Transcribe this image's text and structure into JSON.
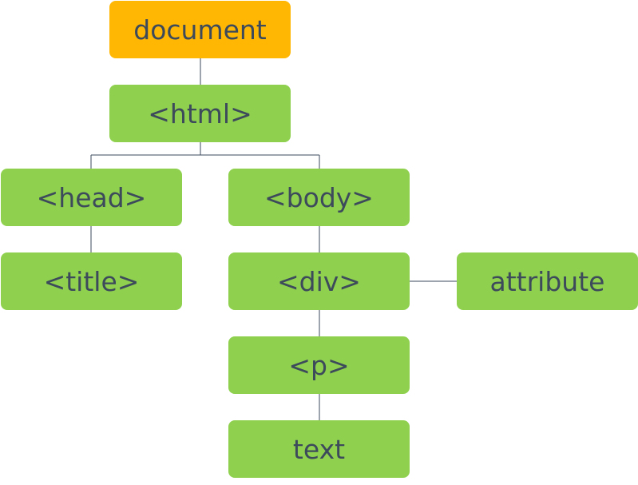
{
  "colors": {
    "root_fill": "#ffb703",
    "node_fill": "#8fd14f",
    "text": "#3c4a5b",
    "connector": "#3c4a5b"
  },
  "nodes": {
    "document": {
      "label": "document",
      "kind": "root"
    },
    "html": {
      "label": "<html>",
      "kind": "element"
    },
    "head": {
      "label": "<head>",
      "kind": "element"
    },
    "body": {
      "label": "<body>",
      "kind": "element"
    },
    "title": {
      "label": "<title>",
      "kind": "element"
    },
    "div": {
      "label": "<div>",
      "kind": "element"
    },
    "attribute": {
      "label": "attribute",
      "kind": "attribute"
    },
    "p": {
      "label": "<p>",
      "kind": "element"
    },
    "text": {
      "label": "text",
      "kind": "text"
    }
  },
  "edges": [
    [
      "document",
      "html"
    ],
    [
      "html",
      "head"
    ],
    [
      "html",
      "body"
    ],
    [
      "head",
      "title"
    ],
    [
      "body",
      "div"
    ],
    [
      "div",
      "attribute"
    ],
    [
      "div",
      "p"
    ],
    [
      "p",
      "text"
    ]
  ]
}
